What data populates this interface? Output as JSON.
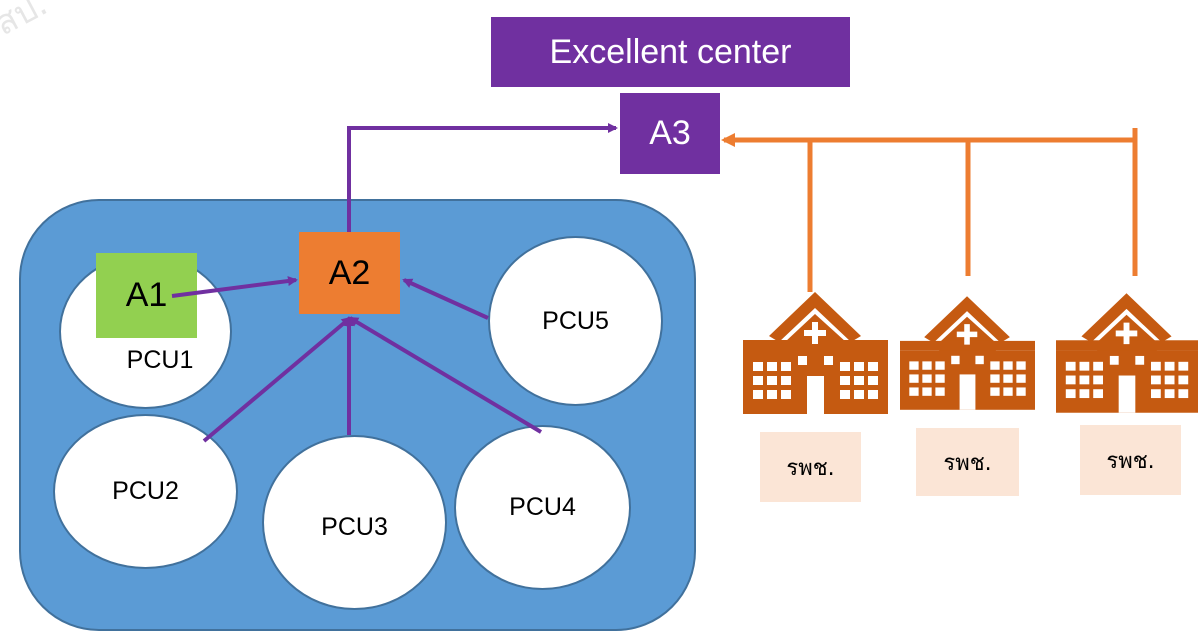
{
  "watermark": "สป.",
  "top_box": {
    "label": "Excellent center",
    "color": "#7030a0"
  },
  "nodes": {
    "a1": {
      "label": "A1",
      "color": "#92d050"
    },
    "a2": {
      "label": "A2",
      "color": "#ed7d31"
    },
    "a3": {
      "label": "A3",
      "color": "#7030a0"
    }
  },
  "pcus": [
    "PCU1",
    "PCU2",
    "PCU3",
    "PCU4",
    "PCU5"
  ],
  "hospitals": [
    {
      "label": "รพช.",
      "icon": "hospital-icon"
    },
    {
      "label": "รพช.",
      "icon": "hospital-icon"
    },
    {
      "label": "รพช.",
      "icon": "hospital-icon"
    }
  ],
  "colors": {
    "network_panel": "#5b9bd5",
    "referral_arrow": "#7030a0",
    "hospital_arrow": "#ed7d31",
    "hospital_icon": "#c55a11",
    "hospital_label_bg": "#fbe5d6"
  }
}
